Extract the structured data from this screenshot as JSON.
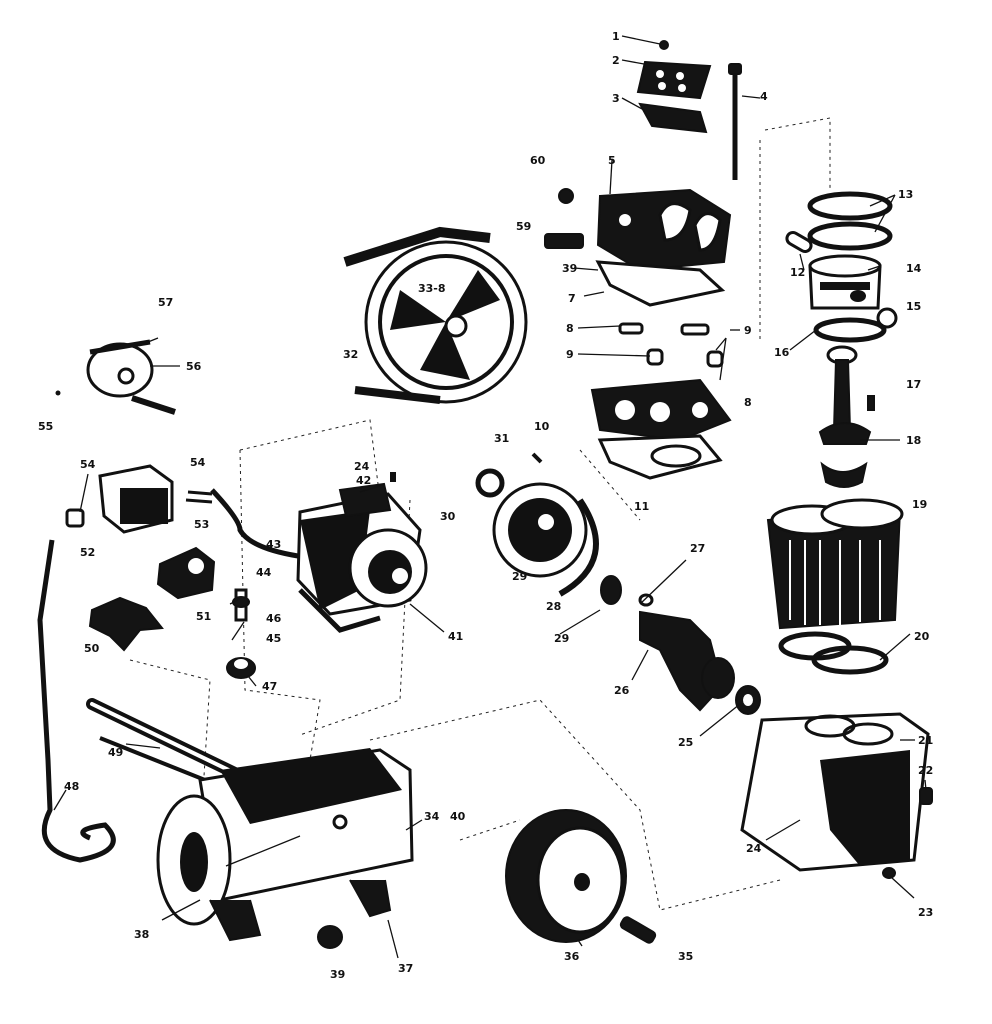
{
  "labels": {
    "l1": "1",
    "l2": "2",
    "l3": "3",
    "l4": "4",
    "l5": "5",
    "l60": "60",
    "l59": "59",
    "l39": "39",
    "l7": "7",
    "l8a": "8",
    "l9a": "9",
    "l9b": "9",
    "l8b": "8",
    "l12": "12",
    "l13": "13",
    "l14": "14",
    "l15": "15",
    "l16": "16",
    "l17": "17",
    "l18": "18",
    "l19": "19",
    "l20": "20",
    "l21": "21",
    "l22": "22",
    "l23": "23",
    "l24b": "24",
    "l25": "25",
    "l26": "26",
    "l27": "27",
    "l28": "28",
    "l29a": "29",
    "l29b": "29",
    "l30": "30",
    "l31": "31",
    "l10": "10",
    "l11": "11",
    "l32": "32",
    "l33": "33-8",
    "l57": "57",
    "l56": "56",
    "l55": "55",
    "l54a": "54",
    "l54b": "54",
    "l52": "52",
    "l53": "53",
    "l51": "51",
    "l50": "50",
    "l43": "43",
    "l42": "42",
    "l24a": "24",
    "l44": "44",
    "l41": "41",
    "l46": "46",
    "l45": "45",
    "l47": "47",
    "l49": "49",
    "l48": "48",
    "l34": "34",
    "l40": "40",
    "l38": "38",
    "l37": "37",
    "l39b": "39",
    "l36": "36",
    "l35": "35"
  }
}
